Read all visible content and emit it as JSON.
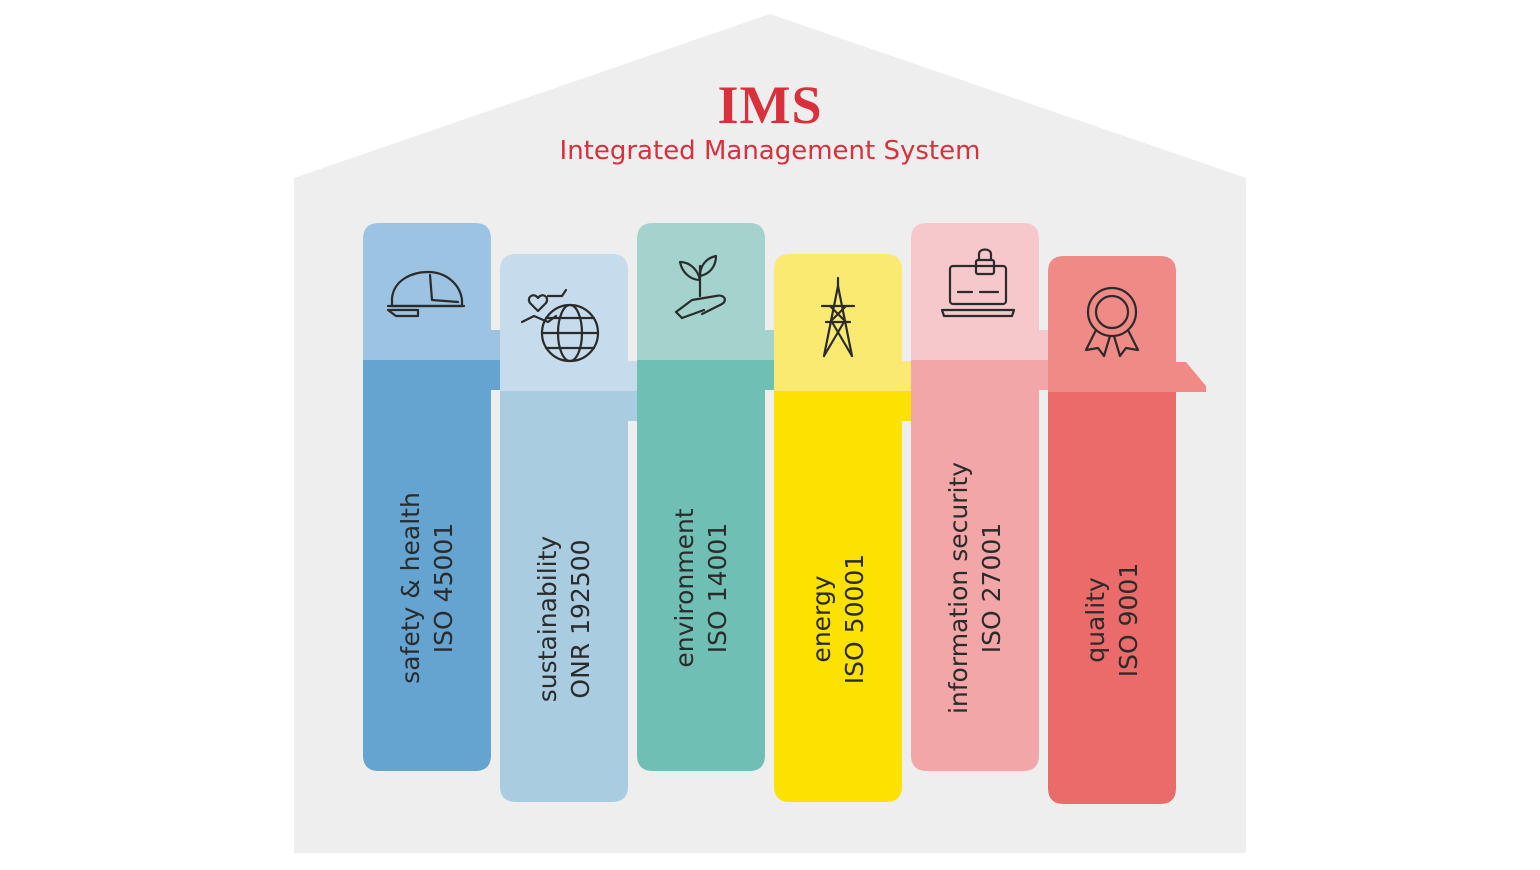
{
  "title": "IMS",
  "subtitle": "Integrated Management System",
  "colors": {
    "house": "#eeeeef",
    "title": "#d8313c"
  },
  "pillars": [
    {
      "name": "safety & health",
      "standard": "ISO 45001",
      "icon": "hard-hat-icon",
      "color_top": "#9cc3e2",
      "color_body": "#65a3d0"
    },
    {
      "name": "sustainability",
      "standard": "ONR 192500",
      "icon": "globe-hands-icon",
      "color_top": "#c6dcec",
      "color_body": "#a9cce1"
    },
    {
      "name": "environment",
      "standard": "ISO 14001",
      "icon": "hand-plant-icon",
      "color_top": "#a3d3cc",
      "color_body": "#70bfb4"
    },
    {
      "name": "energy",
      "standard": "ISO 50001",
      "icon": "power-tower-icon",
      "color_top": "#faea72",
      "color_body": "#fde100"
    },
    {
      "name": "information security",
      "standard": "ISO 27001",
      "icon": "laptop-lock-icon",
      "color_top": "#f6c7cb",
      "color_body": "#f2a6a8"
    },
    {
      "name": "quality",
      "standard": "ISO 9001",
      "icon": "award-ribbon-icon",
      "color_top": "#ef8a87",
      "color_body": "#eb6a6a"
    }
  ]
}
